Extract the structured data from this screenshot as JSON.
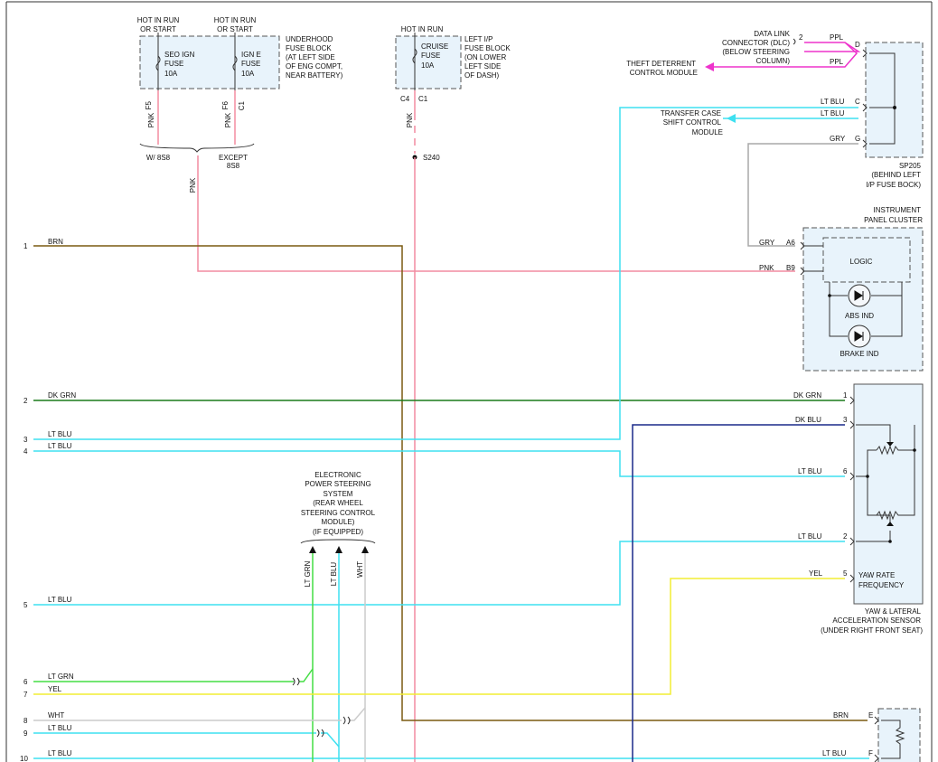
{
  "fuses": {
    "hot1": [
      "HOT IN RUN",
      "OR START"
    ],
    "hot2": [
      "HOT IN RUN",
      "OR START"
    ],
    "hot3": "HOT IN RUN",
    "seo": [
      "SEO IGN",
      "FUSE",
      "10A"
    ],
    "igne": [
      "IGN E",
      "FUSE",
      "10A"
    ],
    "cruise": [
      "CRUISE",
      "FUSE",
      "10A"
    ],
    "underhood": [
      "UNDERHOOD",
      "FUSE BLOCK",
      "(AT LEFT SIDE",
      "OF ENG COMPT,",
      "NEAR BATTERY)"
    ],
    "left_ip": [
      "LEFT I/P",
      "FUSE BLOCK",
      "(ON LOWER",
      "LEFT SIDE",
      "OF DASH)"
    ],
    "f5": "F5",
    "f6": "F6",
    "c1a": "C1",
    "c4": "C4",
    "c1b": "C1",
    "w8s8": "W/ 8S8",
    "except": [
      "EXCEPT",
      "8S8"
    ],
    "s240": "S240"
  },
  "wire_colors": {
    "pnk": "PNK",
    "brn": "BRN",
    "dkgrn": "DK GRN",
    "ltblu": "LT BLU",
    "ltgrn": "LT GRN",
    "yel": "YEL",
    "wht": "WHT",
    "dkblu": "DK BLU",
    "gry": "GRY",
    "ppl": "PPL"
  },
  "colors": {
    "pnk": "#f28ca0",
    "brn": "#7a5a10",
    "dkgrn": "#1a7a1a",
    "ltblu": "#3ee0f0",
    "ltgrn": "#44dd44",
    "yel": "#f2ee33",
    "wht": "#cccccc",
    "dkblu": "#1a2a8a",
    "gry": "#a8a8a8",
    "ppl": "#ee33cc"
  },
  "pins_left": [
    "1",
    "2",
    "3",
    "4",
    "5",
    "6",
    "7",
    "8",
    "9",
    "10"
  ],
  "dlc": {
    "title": [
      "DATA LINK",
      "CONNECTOR (DLC)",
      "(BELOW STEERING",
      "COLUMN)"
    ],
    "pin2": "2",
    "pinD": "D"
  },
  "theft": [
    "THEFT DETERRENT",
    "CONTROL MODULE"
  ],
  "transfer": [
    "TRANSFER CASE",
    "SHIFT CONTROL",
    "MODULE"
  ],
  "sp205": {
    "label": [
      "SP205",
      "(BEHIND LEFT",
      "I/P FUSE BOCK)"
    ],
    "pinC": "C",
    "pinG": "G"
  },
  "cluster": {
    "title": [
      "INSTRUMENT",
      "PANEL CLUSTER"
    ],
    "logic": "LOGIC",
    "abs": "ABS IND",
    "brake": "BRAKE IND",
    "a6": "A6",
    "b9": "B9"
  },
  "eps": [
    "ELECTRONIC",
    "POWER STEERING",
    "SYSTEM",
    "(REAR WHEEL",
    "STEERING CONTROL",
    "MODULE)",
    "(IF EQUIPPED)"
  ],
  "yaw": {
    "freq": [
      "YAW RATE",
      "FREQUENCY"
    ],
    "title": [
      "YAW & LATERAL",
      "ACCELERATION SENSOR",
      "(UNDER RIGHT FRONT SEAT)"
    ],
    "pins": [
      "1",
      "3",
      "6",
      "2",
      "5"
    ]
  },
  "lower": {
    "pinE": "E",
    "pinF": "F"
  }
}
